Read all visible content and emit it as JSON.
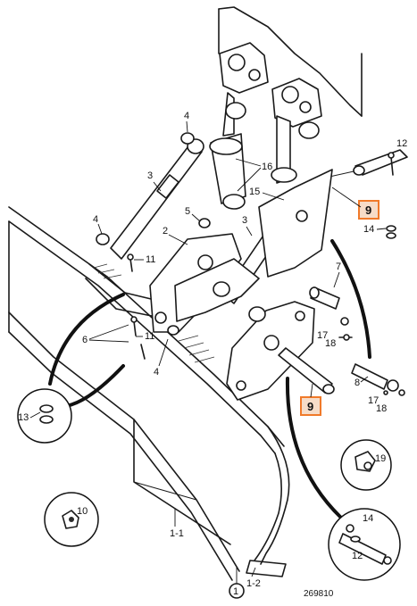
{
  "labels": {
    "l1": "1",
    "l1_1": "1-1",
    "l1_2": "1-2",
    "l2": "2",
    "l3a": "3",
    "l3b": "3",
    "l4a": "4",
    "l4b": "4",
    "l4c": "4",
    "l5": "5",
    "l6": "6",
    "l7": "7",
    "l8": "8",
    "l10": "10",
    "l11a": "11",
    "l11b": "11",
    "l12a": "12",
    "l12b": "12",
    "l13": "13",
    "l14a": "14",
    "l14b": "14",
    "l15": "15",
    "l16": "16",
    "l17a": "17",
    "l17b": "17",
    "l18a": "18",
    "l18b": "18",
    "l19": "19"
  },
  "highlighted": {
    "h9a": "9",
    "h9b": "9"
  },
  "highlight_color": "#f07a2a",
  "drawing_number": "269810"
}
